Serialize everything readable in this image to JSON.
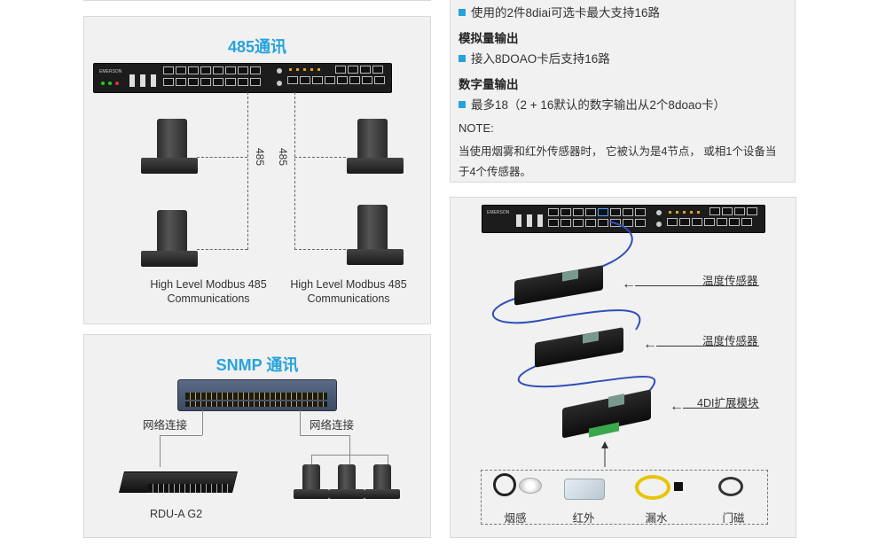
{
  "panel_485": {
    "title": "485通讯",
    "vlabel_left": "485",
    "vlabel_right": "485",
    "caption_left": [
      "High Level Modbus 485",
      "Communications"
    ],
    "caption_right": [
      "High Level Modbus 485",
      "Communications"
    ]
  },
  "panel_snmp": {
    "title": "SNMP 通讯",
    "conn_left": "网络连接",
    "conn_right": "网络连接",
    "device_label": "RDU-A G2"
  },
  "right_text": {
    "line_top": "使用的2件8diai可选卡最大支持16路",
    "h_analog": "模拟量输出",
    "line_analog": "接入8DOAO卡后支持16路",
    "h_digital": "数字量输出",
    "line_digital": "最多18（2 + 16默认的数字输出从2个8doao卡）",
    "note_title": "NOTE:",
    "note_line1": "当使用烟雾和红外传感器时， 它被认为是4节点， 或相1个设备当",
    "note_line2": "于4个传感器。"
  },
  "sensor_panel": {
    "label_1": "温度传感器",
    "label_2": "温度传感器",
    "label_3": "4DI扩展模块",
    "devices": [
      "烟感",
      "红外",
      "漏水",
      "门磁"
    ]
  },
  "colors": {
    "accent": "#27a3dc",
    "cable": "#2e4fb8"
  }
}
